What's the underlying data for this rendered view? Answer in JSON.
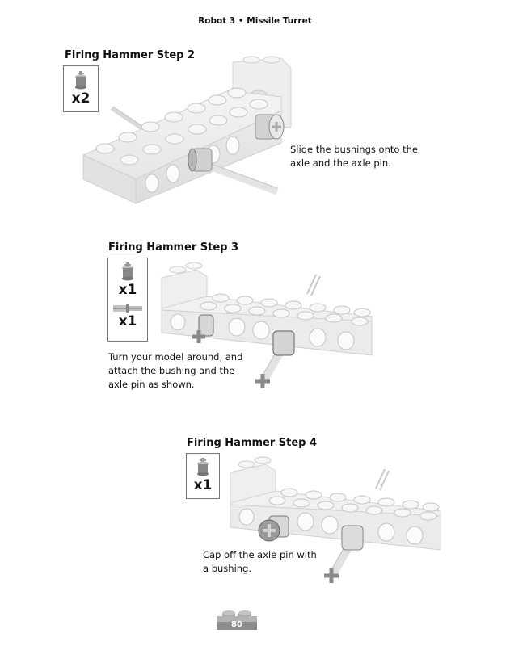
{
  "header": {
    "title": "Robot 3 • Missile Turret"
  },
  "steps": [
    {
      "title": "Firing Hammer Step 2",
      "parts": [
        {
          "icon": "bushing-icon",
          "qty": "x2"
        }
      ],
      "caption_lines": [
        "Slide the bushings onto the",
        "axle and the axle pin."
      ]
    },
    {
      "title": "Firing Hammer Step 3",
      "parts": [
        {
          "icon": "bushing-icon",
          "qty": "x1"
        },
        {
          "icon": "axle-pin-icon",
          "qty": "x1"
        }
      ],
      "caption_lines": [
        "Turn your model around, and",
        "attach the bushing and the",
        "axle pin as shown."
      ]
    },
    {
      "title": "Firing Hammer Step 4",
      "parts": [
        {
          "icon": "bushing-icon",
          "qty": "x1"
        }
      ],
      "caption_lines": [
        "Cap off the axle pin with",
        "a bushing."
      ]
    }
  ],
  "footer": {
    "page_number": "80"
  }
}
